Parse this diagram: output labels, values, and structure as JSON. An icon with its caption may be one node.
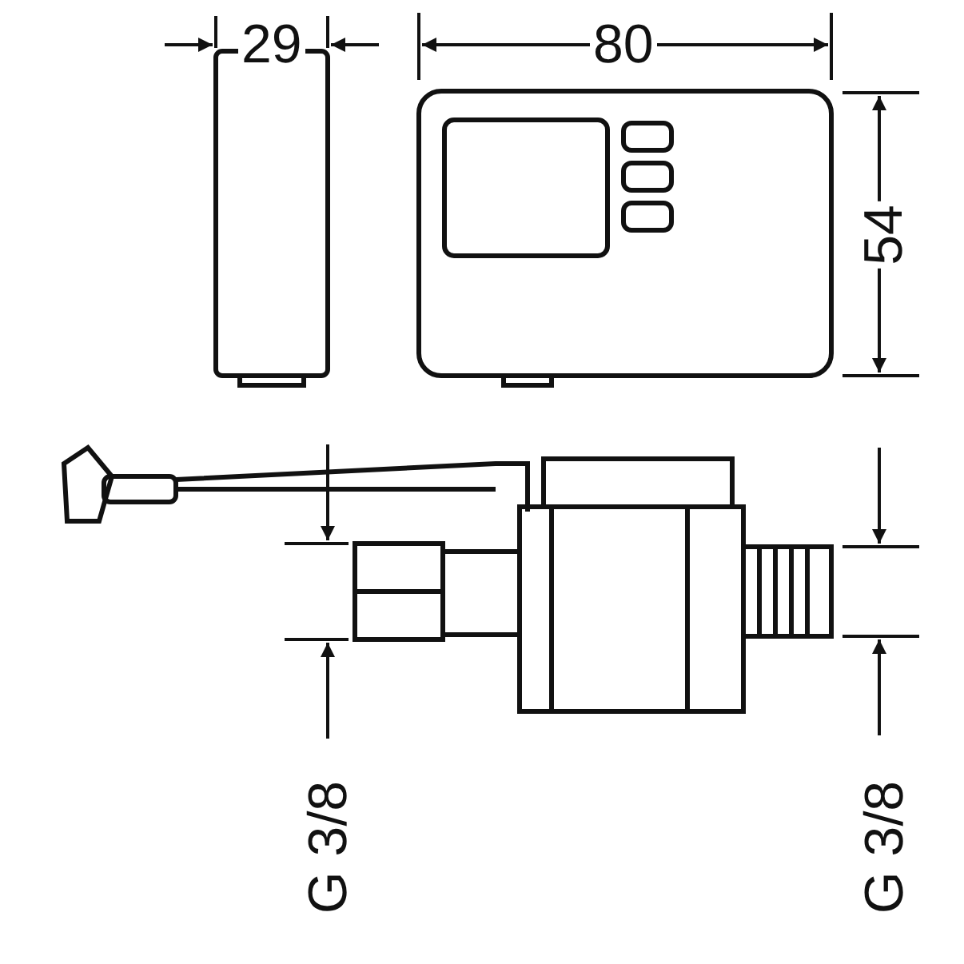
{
  "diagram": {
    "labels": [
      "29",
      "80",
      "54",
      "G 3/8",
      "G 3/8"
    ]
  }
}
